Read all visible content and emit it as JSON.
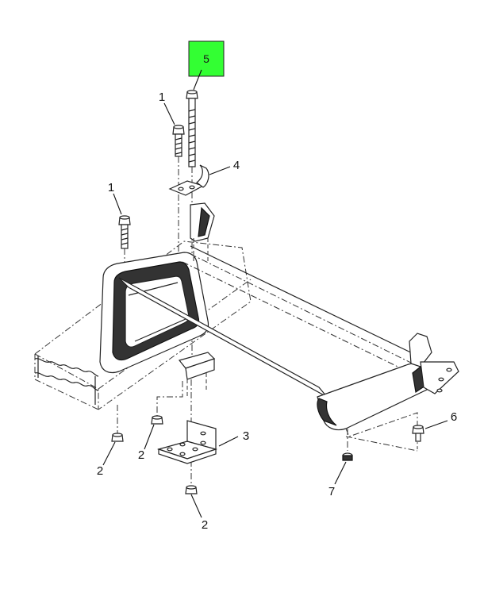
{
  "callouts": {
    "highlighted": {
      "number": "5",
      "color": "#33ff33"
    },
    "items": [
      {
        "id": "c1a",
        "number": "1"
      },
      {
        "id": "c1b",
        "number": "1"
      },
      {
        "id": "c4",
        "number": "4"
      },
      {
        "id": "c3",
        "number": "3"
      },
      {
        "id": "c6",
        "number": "6"
      },
      {
        "id": "c2a",
        "number": "2"
      },
      {
        "id": "c2b",
        "number": "2"
      },
      {
        "id": "c2c",
        "number": "2"
      },
      {
        "id": "c7",
        "number": "7"
      }
    ]
  }
}
